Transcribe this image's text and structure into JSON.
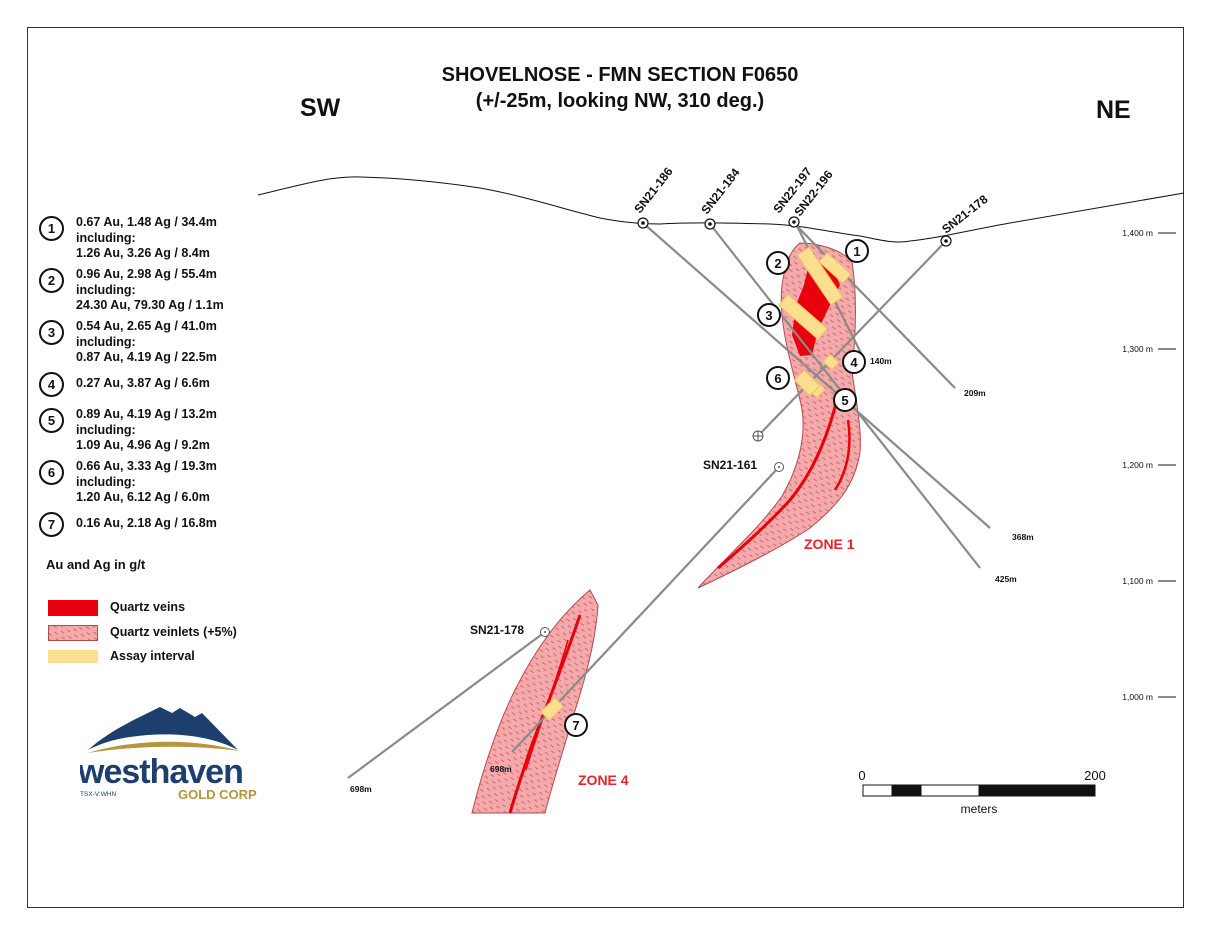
{
  "title": {
    "line1": "SHOVELNOSE - FMN SECTION F0650",
    "line2": "(+/-25m, looking NW, 310 deg.)"
  },
  "directions": {
    "left": "SW",
    "right": "NE"
  },
  "intercepts": [
    {
      "num": "1",
      "main": "0.67 Au, 1.48 Ag / 34.4m",
      "including": "including:",
      "sub": "1.26 Au, 3.26 Ag / 8.4m"
    },
    {
      "num": "2",
      "main": "0.96 Au, 2.98 Ag / 55.4m",
      "including": "including:",
      "sub": "24.30 Au, 79.30 Ag / 1.1m"
    },
    {
      "num": "3",
      "main": "0.54 Au, 2.65 Ag / 41.0m",
      "including": "including:",
      "sub": "0.87 Au, 4.19 Ag / 22.5m"
    },
    {
      "num": "4",
      "main": "0.27 Au, 3.87 Ag / 6.6m"
    },
    {
      "num": "5",
      "main": "0.89 Au, 4.19 Ag / 13.2m",
      "including": "including:",
      "sub": "1.09 Au, 4.96 Ag / 9.2m"
    },
    {
      "num": "6",
      "main": "0.66 Au, 3.33 Ag / 19.3m",
      "including": "including:",
      "sub": "1.20 Au, 6.12 Ag / 6.0m"
    },
    {
      "num": "7",
      "main": "0.16 Au, 2.18 Ag / 16.8m"
    }
  ],
  "units_note": "Au and Ag in g/t",
  "key": {
    "quartz_veins": "Quartz veins",
    "quartz_veinlets": "Quartz veinlets (+5%)",
    "assay_interval": "Assay interval"
  },
  "colors": {
    "vein": "#e8000d",
    "veinlet_fill": "#f6a9aa",
    "assay": "#fbdf8e",
    "logo_navy": "#1c3f6e",
    "logo_gold": "#b8953e"
  },
  "holes": {
    "sn21_186": "SN21-186",
    "sn21_184": "SN21-184",
    "sn22_197": "SN22-197",
    "sn22_196": "SN22-196",
    "sn21_178_top": "SN21-178",
    "sn21_161": "SN21-161",
    "sn21_178_bottom": "SN21-178"
  },
  "depths": {
    "d209": "209m",
    "d140": "140m",
    "d368": "368m",
    "d425": "425m",
    "d698_left": "698m",
    "d698_right": "698m"
  },
  "zones": {
    "zone1": "ZONE 1",
    "zone4": "ZONE 4"
  },
  "elevations": [
    "1,400 m",
    "1,300 m",
    "1,200 m",
    "1,100 m",
    "1,000 m"
  ],
  "scale": {
    "start": "0",
    "end": "200",
    "unit": "meters"
  },
  "logo": {
    "name": "westhaven",
    "sub": "GOLD CORP",
    "ticker": "TSX-V:WHN"
  },
  "callouts": {
    "c1": "1",
    "c2": "2",
    "c3": "3",
    "c4": "4",
    "c5": "5",
    "c6": "6",
    "c7": "7"
  }
}
